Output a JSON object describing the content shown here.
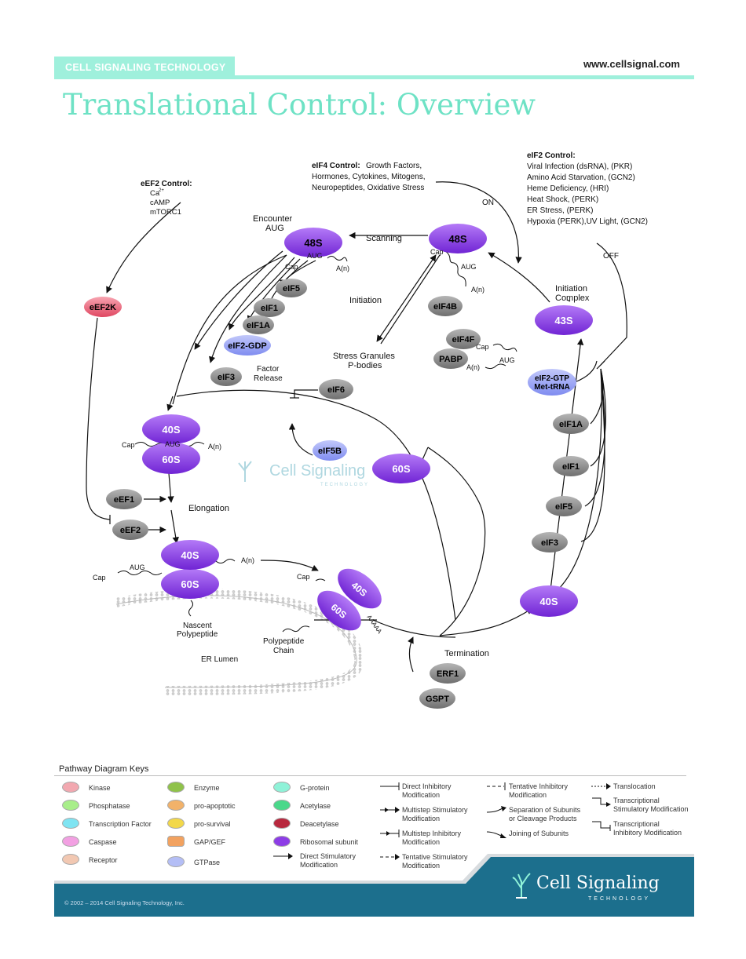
{
  "header": {
    "brand": "CELL SIGNALING TECHNOLOGY",
    "url": "www.cellsignal.com",
    "title": "Translational Control: Overview"
  },
  "colors": {
    "accent": "#9ff0dc",
    "ribosome": "#8d3de6",
    "gray_node": "#8a8a8a",
    "gtpase": "#8f9cf2",
    "kinase": "#e86377",
    "footer": "#1c6f8d"
  },
  "controls": {
    "eef2": {
      "head": "eEF2 Control:",
      "l1": "Ca",
      "l1sup": "2+",
      "l2": "cAMP",
      "l3": "mTORC1"
    },
    "eif4": {
      "head": "eIF4 Control:",
      "l1": "Growth Factors,",
      "l2": "Hormones, Cytokines, Mitogens,",
      "l3": "Neuropeptides, Oxidative Stress"
    },
    "eif2": {
      "head": "eIF2 Control:",
      "l1": "Viral Infection (dsRNA), (PKR)",
      "l2": "Amino Acid Starvation, (GCN2)",
      "l3": "Heme Deficiency, (HRI)",
      "l4": "Heat Shock, (PERK)",
      "l5": "ER Stress, (PERK)",
      "l6": "Hypoxia (PERK),UV Light, (GCN2)"
    }
  },
  "nodes": {
    "r48s_left": "48S",
    "r48s_right": "48S",
    "r43s": "43S",
    "r40s_a": "40S",
    "r60s_a": "60S",
    "r60s_mid": "60S",
    "r40s_b": "40S",
    "r60s_b": "60S",
    "r40s_c": "40S",
    "r60s_c": "60S",
    "r40s_free": "40S",
    "eef2k": "eEF2K",
    "eif5": "eIF5",
    "eif1": "eIF1",
    "eif1a": "eIF1A",
    "eif2gdp": "eIF2-GDP",
    "eif3": "eIF3",
    "eif4b": "eIF4B",
    "eif4f": "eIF4F",
    "pabp": "PABP",
    "eif6": "eIF6",
    "eif5b": "eIF5B",
    "eif2gtp_1": "eIF2-GTP",
    "eif2gtp_2": "Met-tRNA",
    "r_eif1a": "eIF1A",
    "r_eif1": "eIF1",
    "r_eif5": "eIF5",
    "r_eif3": "eIF3",
    "eef1": "eEF1",
    "eef2": "eEF2",
    "erf1": "ERF1",
    "gspt": "GSPT"
  },
  "labels": {
    "encounter": "Encounter",
    "aug": "AUG",
    "scanning": "Scanning",
    "on": "ON",
    "off": "OFF",
    "initiation": "Initiation",
    "initiation_complex_1": "Initiation",
    "initiation_complex_2": "Complex",
    "stress_1": "Stress Granules",
    "stress_2": "P-bodies",
    "factor_1": "Factor",
    "factor_2": "Release",
    "elongation": "Elongation",
    "termination": "Termination",
    "nascent_1": "Nascent",
    "nascent_2": "Polypeptide",
    "er_lumen": "ER Lumen",
    "chain_1": "Polypeptide",
    "chain_2": "Chain",
    "cap": "Cap",
    "an": "A(n)",
    "aaaaa": "AAAAA",
    "watermark": "Cell Signaling",
    "watermark_sub": "TECHNOLOGY"
  },
  "keys": {
    "title": "Pathway Diagram Keys",
    "items": [
      {
        "label": "Kinase",
        "color": "#f2a8b0"
      },
      {
        "label": "Phosphatase",
        "color": "#a8ee8a"
      },
      {
        "label": "Transcription Factor",
        "color": "#7fe4f2"
      },
      {
        "label": "Caspase",
        "color": "#f2a0e2"
      },
      {
        "label": "Receptor",
        "color": "#f2c8b2"
      },
      {
        "label": "Enzyme",
        "color": "#8fc24a"
      },
      {
        "label": "pro-apoptotic",
        "color": "#f2b26a"
      },
      {
        "label": "pro-survival",
        "color": "#f2d84a"
      },
      {
        "label": "GAP/GEF",
        "color": "#f2a260"
      },
      {
        "label": "GTPase",
        "color": "#b4bef6"
      },
      {
        "label": "G-protein",
        "color": "#8ff2d8"
      },
      {
        "label": "Acetylase",
        "color": "#4ad88a"
      },
      {
        "label": "Deacetylase",
        "color": "#b8283e"
      },
      {
        "label": "Ribosomal subunit",
        "color": "#8d3de6"
      }
    ],
    "direct_stim_1": "Direct Stimulatory",
    "direct_stim_2": "Modification",
    "direct_inhib_1": "Direct Inhibitory",
    "direct_inhib_2": "Modification",
    "multi_stim_1": "Multistep Stimulatory",
    "multi_stim_2": "Modification",
    "multi_inhib_1": "Multistep Inhibitory",
    "multi_inhib_2": "Modification",
    "tent_stim_1": "Tentative Stimulatory",
    "tent_stim_2": "Modification",
    "tent_inhib_1": "Tentative Inhibitory",
    "tent_inhib_2": "Modification",
    "separation_1": "Separation of Subunits",
    "separation_2": "or Cleavage Products",
    "joining": "Joining of Subunits",
    "translocation": "Translocation",
    "tx_stim_1": "Transcriptional",
    "tx_stim_2": "Stimulatory Modification",
    "tx_inhib_1": "Transcriptional",
    "tx_inhib_2": "Inhibitory Modification"
  },
  "footer": {
    "copyright": "© 2002 – 2014 Cell Signaling Technology, Inc.",
    "logo": "Cell Signaling",
    "logo_sub": "TECHNOLOGY"
  }
}
